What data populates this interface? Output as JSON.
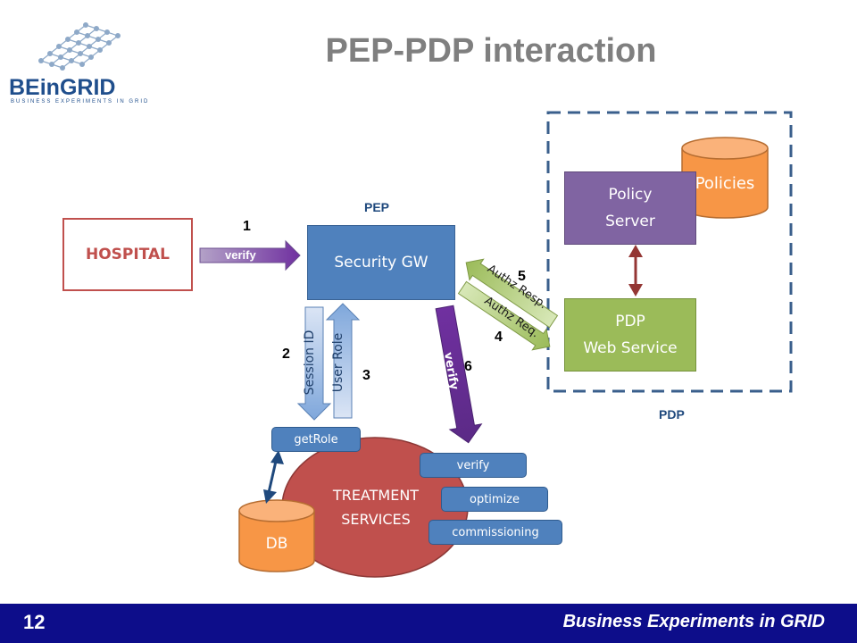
{
  "title": "PEP-PDP interaction",
  "logo": {
    "name": "BEinGRID",
    "tagline": "BUSINESS EXPERIMENTS IN GRID"
  },
  "labels": {
    "pep": "PEP",
    "pdp": "PDP"
  },
  "nodes": {
    "hospital": "HOSPITAL",
    "security_gw": "Security GW",
    "policy_server": [
      "Policy",
      "Server"
    ],
    "policies": "Policies",
    "pdp_web_service": [
      "PDP",
      "Web Service"
    ],
    "treatment_services": [
      "TREATMENT",
      "SERVICES"
    ],
    "db": "DB",
    "get_role": "getRole",
    "verify_op": "verify",
    "optimize_op": "optimize",
    "commissioning_op": "commissioning"
  },
  "arrows": {
    "verify_1": "verify",
    "session_id": "Session ID",
    "user_role": "User Role",
    "verify_6": "verify",
    "authz_resp": "Authz Resp.",
    "authz_req": "Authz Req."
  },
  "steps": [
    "1",
    "2",
    "3",
    "4",
    "5",
    "6"
  ],
  "footer": {
    "page": "12",
    "text": "Business Experiments in GRID"
  },
  "colors": {
    "hospital": "#c0504d",
    "security_gw": "#4f81bd",
    "policy_server": "#8064a2",
    "policies": "#f79646",
    "pdp_web_service": "#9bbb59",
    "treatment_services": "#c0504d",
    "footer": "#0d0d8a"
  }
}
